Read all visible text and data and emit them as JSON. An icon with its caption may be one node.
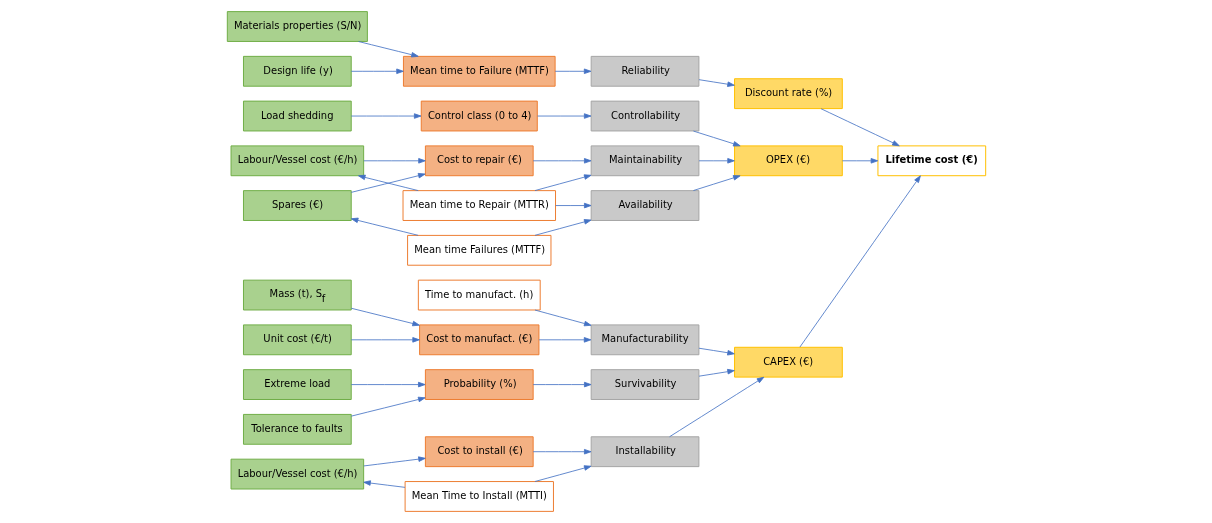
{
  "diagram": {
    "nodes": [
      {
        "text": [
          "Unit cost (€/t)"
        ]
      },
      {
        "text": [
          "Cost to manufact. (€)"
        ]
      },
      {
        "text": [
          "Extreme load"
        ]
      },
      {
        "text": [
          "Tolerance to faults"
        ]
      },
      {
        "text": [
          "Mass (t), S$_{f}$"
        ]
      },
      {
        "text": [
          "Survivability"
        ]
      },
      {
        "text": [
          "Probability (%)"
        ]
      },
      {
        "text": [
          "Time to manufact. (h)"
        ]
      },
      {
        "text": [
          "Manufacturability"
        ]
      },
      {
        "text": [
          "Labour/Vessel cost (€/h)"
        ]
      },
      {
        "text": [
          "Cost to install (€)"
        ]
      },
      {
        "text": [
          "Installability"
        ]
      },
      {
        "text": [
          "CAPEX (€)"
        ]
      },
      {
        "text": [
          "Mean Time to Install (MTTI)"
        ]
      },
      {
        "text": [
          "Materials properties (S/N)"
        ]
      },
      {
        "text": [
          "Mean time to Failure (MTTF)"
        ]
      },
      {
        "text": [
          "Reliability"
        ]
      },
      {
        "text": [
          "Discount rate (%)"
        ]
      },
      {
        "text": [
          "Lifetime cost (€)"
        ]
      },
      {
        "text": [
          "Design life (y)"
        ]
      },
      {
        "text": [
          "Cost to repair (€)"
        ]
      },
      {
        "text": [
          "Spares (€)"
        ]
      },
      {
        "text": [
          "Maintainability"
        ]
      },
      {
        "text": [
          "OPEX (€)"
        ]
      },
      {
        "text": [
          "Mean time to Repair (MTTR)"
        ]
      },
      {
        "text": [
          "Labour/Vessel cost (€/h)"
        ]
      },
      {
        "text": [
          "Availability"
        ]
      },
      {
        "text": [
          "Mean time Failures (MTTF)"
        ]
      },
      {
        "text": [
          "Controllability"
        ]
      },
      {
        "text": [
          "Control class (0 to 4)"
        ]
      },
      {
        "text": [
          "Load shedding"
        ]
      }
    ],
    "edges": [
      {
        "from": 0,
        "to": 1,
        "arrow": "to"
      },
      {
        "from": 4,
        "to": 1,
        "arrow": "to"
      },
      {
        "from": 1,
        "to": 8,
        "arrow": "to"
      },
      {
        "from": 7,
        "to": 8,
        "arrow": "to"
      },
      {
        "from": 2,
        "to": 6,
        "arrow": "to"
      },
      {
        "from": 3,
        "to": 6,
        "arrow": "to"
      },
      {
        "from": 6,
        "to": 5,
        "arrow": "to"
      },
      {
        "from": 5,
        "to": 12,
        "arrow": "to"
      },
      {
        "from": 9,
        "to": 10,
        "arrow": "to"
      },
      {
        "from": 13,
        "to": 9,
        "arrow": "to"
      },
      {
        "from": 10,
        "to": 11,
        "arrow": "to"
      },
      {
        "from": 13,
        "to": 11,
        "arrow": "to"
      },
      {
        "from": 8,
        "to": 12,
        "arrow": "to"
      },
      {
        "from": 11,
        "to": 12,
        "arrow": "to"
      },
      {
        "from": 12,
        "to": 18,
        "arrow": "to"
      },
      {
        "from": 14,
        "to": 15,
        "arrow": "to"
      },
      {
        "from": 19,
        "to": 15,
        "arrow": "to"
      },
      {
        "from": 15,
        "to": 16,
        "arrow": "to"
      },
      {
        "from": 16,
        "to": 17,
        "arrow": "to"
      },
      {
        "from": 17,
        "to": 18,
        "arrow": "to"
      },
      {
        "from": 21,
        "to": 20,
        "arrow": "to"
      },
      {
        "from": 25,
        "to": 20,
        "arrow": "to"
      },
      {
        "from": 24,
        "to": 25,
        "arrow": "to"
      },
      {
        "from": 20,
        "to": 22,
        "arrow": "to"
      },
      {
        "from": 24,
        "to": 22,
        "arrow": "to"
      },
      {
        "from": 24,
        "to": 26,
        "arrow": "to"
      },
      {
        "from": 27,
        "to": 26,
        "arrow": "to"
      },
      {
        "from": 27,
        "to": 21,
        "arrow": "to"
      },
      {
        "from": 22,
        "to": 23,
        "arrow": "to"
      },
      {
        "from": 26,
        "to": 23,
        "arrow": "to"
      },
      {
        "from": 28,
        "to": 23,
        "arrow": "to"
      },
      {
        "from": 23,
        "to": 18,
        "arrow": "to"
      },
      {
        "from": 29,
        "to": 28,
        "arrow": "to"
      },
      {
        "from": 30,
        "to": 29,
        "arrow": "to"
      }
    ]
  }
}
